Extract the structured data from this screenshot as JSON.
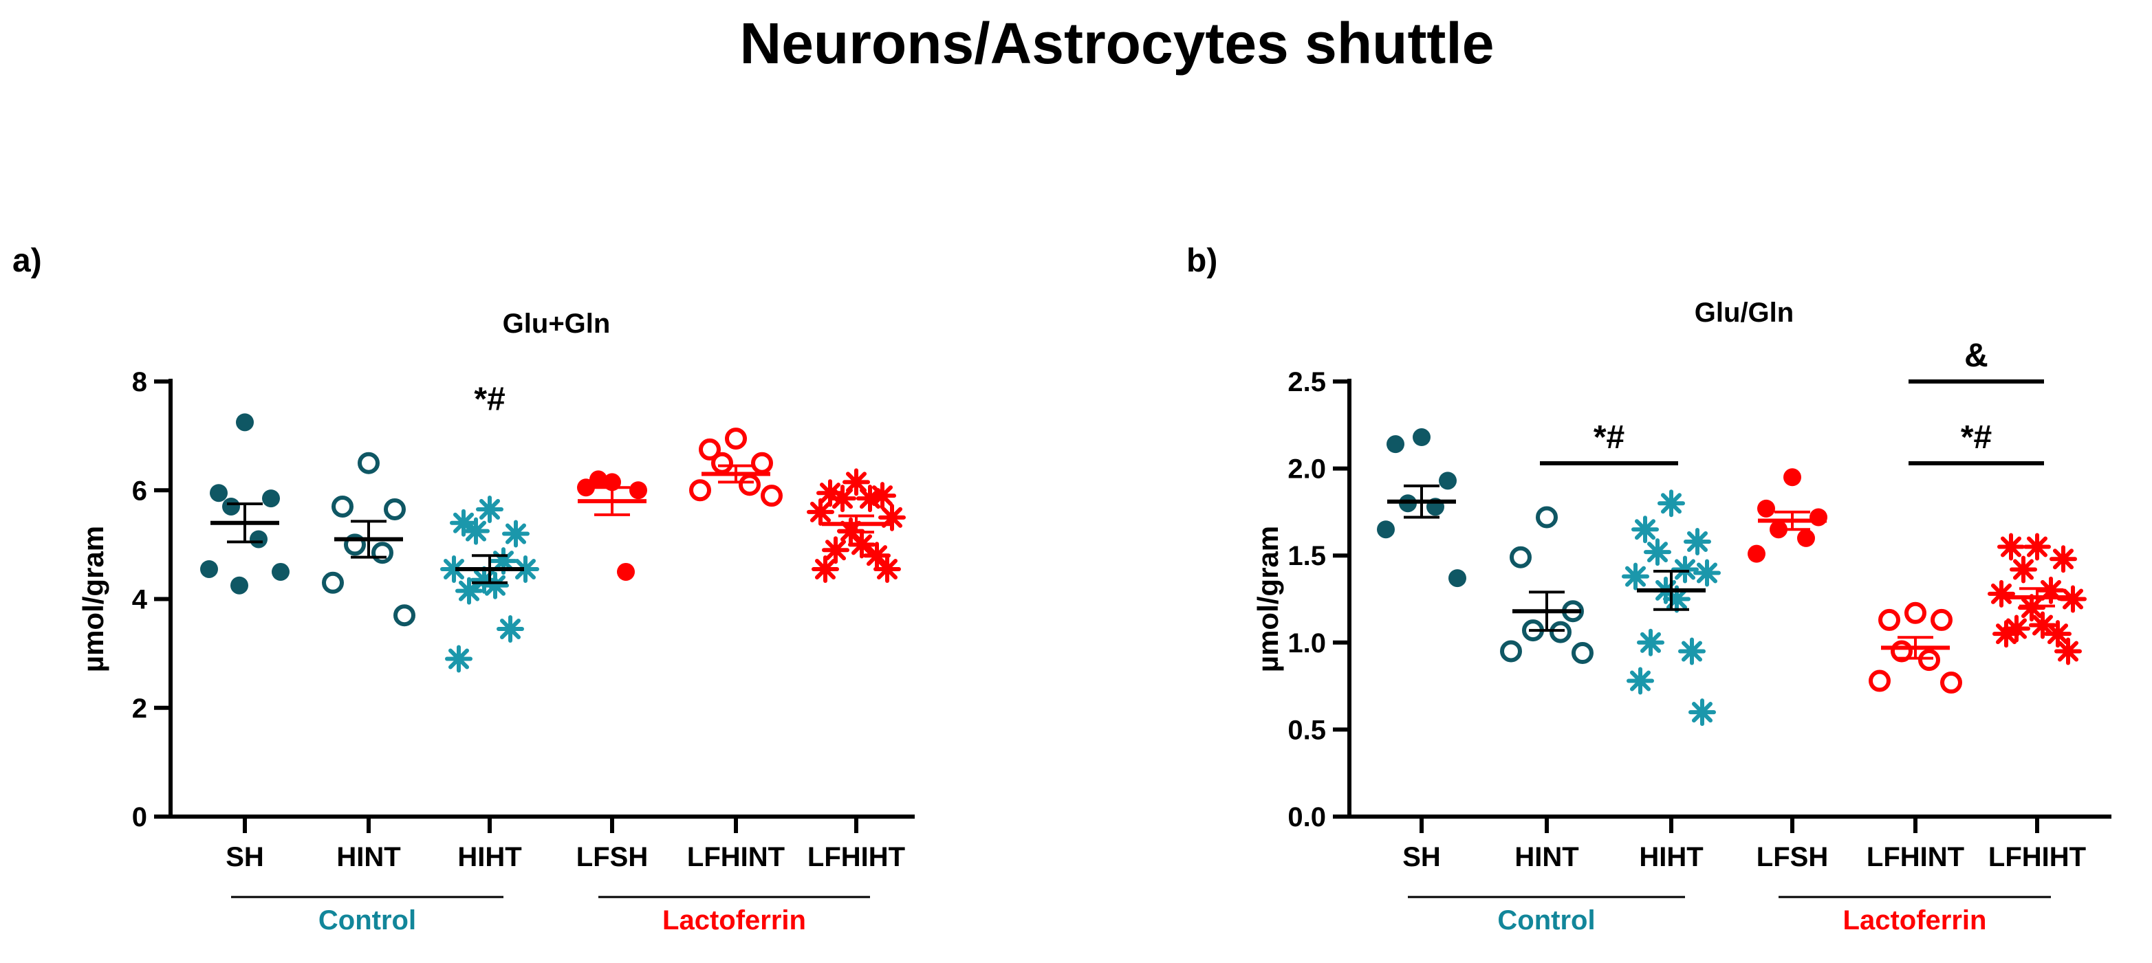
{
  "figure": {
    "title": "Neurons/Astrocytes shuttle",
    "colors": {
      "control": "#0f5764",
      "hiht": "#1b97ab",
      "lactoferrin": "#ff0000",
      "control_label": "#12869a",
      "lactoferrin_label": "#ff0000",
      "axis": "#000000"
    }
  },
  "chart_data": [
    {
      "type": "scatter",
      "panel_label": "a)",
      "title": "Glu+Gln",
      "xlabel": "",
      "ylabel": "µmol/gram",
      "ylim": [
        0,
        8
      ],
      "yticks": [
        "0",
        "2",
        "4",
        "6",
        "8"
      ],
      "categories": [
        "SH",
        "HINT",
        "HIHT",
        "LFSH",
        "LFHINT",
        "LFHIHT"
      ],
      "group_labels": [
        {
          "label": "Control",
          "categories": [
            "SH",
            "HINT",
            "HIHT"
          ],
          "color": "#12869a"
        },
        {
          "label": "Lactoferrin",
          "categories": [
            "LFSH",
            "LFHINT",
            "LFHIHT"
          ],
          "color": "#ff0000"
        }
      ],
      "series": [
        {
          "category": "SH",
          "marker": "filled-circle",
          "color": "#0f5764",
          "mean": 5.4,
          "sem": 0.35,
          "points": [
            7.25,
            5.95,
            5.85,
            5.7,
            5.1,
            4.55,
            4.5,
            4.25
          ]
        },
        {
          "category": "HINT",
          "marker": "open-circle",
          "color": "#0f5764",
          "mean": 5.1,
          "sem": 0.33,
          "points": [
            6.5,
            5.7,
            5.65,
            5.0,
            4.85,
            4.3,
            3.7
          ]
        },
        {
          "category": "HIHT",
          "marker": "asterisk",
          "color": "#1b97ab",
          "mean": 4.55,
          "sem": 0.25,
          "points": [
            5.65,
            5.4,
            5.2,
            5.25,
            4.7,
            4.55,
            4.55,
            4.35,
            4.25,
            4.15,
            3.45,
            2.9
          ]
        },
        {
          "category": "LFSH",
          "marker": "filled-circle",
          "color": "#ff0000",
          "mean": 5.8,
          "sem": 0.25,
          "points": [
            6.15,
            6.05,
            6.0,
            6.2,
            4.5
          ]
        },
        {
          "category": "LFHINT",
          "marker": "open-circle",
          "color": "#ff0000",
          "mean": 6.3,
          "sem": 0.15,
          "points": [
            6.95,
            6.75,
            6.5,
            6.5,
            6.1,
            6.0,
            5.9
          ]
        },
        {
          "category": "LFHIHT",
          "marker": "asterisk",
          "color": "#ff0000",
          "mean": 5.38,
          "sem": 0.15,
          "points": [
            6.15,
            5.95,
            5.9,
            5.85,
            5.85,
            5.6,
            5.5,
            5.25,
            5.0,
            4.9,
            4.8,
            4.55,
            4.55
          ]
        }
      ],
      "annotations": [
        {
          "text": "*#",
          "category": "HIHT",
          "y": 7.2
        }
      ]
    },
    {
      "type": "scatter",
      "panel_label": "b)",
      "title": "Glu/Gln",
      "xlabel": "",
      "ylabel": "µmol/gram",
      "ylim": [
        0,
        2.5
      ],
      "yticks": [
        "0.0",
        "0.5",
        "1.0",
        "1.5",
        "2.0",
        "2.5"
      ],
      "categories": [
        "SH",
        "HINT",
        "HIHT",
        "LFSH",
        "LFHINT",
        "LFHIHT"
      ],
      "group_labels": [
        {
          "label": "Control",
          "categories": [
            "SH",
            "HINT",
            "HIHT"
          ],
          "color": "#12869a"
        },
        {
          "label": "Lactoferrin",
          "categories": [
            "LFSH",
            "LFHINT",
            "LFHIHT"
          ],
          "color": "#ff0000"
        }
      ],
      "series": [
        {
          "category": "SH",
          "marker": "filled-circle",
          "color": "#0f5764",
          "mean": 1.81,
          "sem": 0.09,
          "points": [
            2.18,
            2.14,
            1.93,
            1.8,
            1.78,
            1.65,
            1.37
          ]
        },
        {
          "category": "HINT",
          "marker": "open-circle",
          "color": "#0f5764",
          "mean": 1.18,
          "sem": 0.11,
          "points": [
            1.72,
            1.49,
            1.18,
            1.07,
            1.06,
            0.95,
            0.94
          ]
        },
        {
          "category": "HIHT",
          "marker": "asterisk",
          "color": "#1b97ab",
          "mean": 1.3,
          "sem": 0.11,
          "points": [
            1.8,
            1.65,
            1.58,
            1.52,
            1.42,
            1.38,
            1.4,
            1.3,
            1.25,
            1.0,
            0.95,
            0.78,
            0.6
          ]
        },
        {
          "category": "LFSH",
          "marker": "filled-circle",
          "color": "#ff0000",
          "mean": 1.7,
          "sem": 0.05,
          "points": [
            1.95,
            1.77,
            1.72,
            1.65,
            1.6,
            1.51
          ]
        },
        {
          "category": "LFHINT",
          "marker": "open-circle",
          "color": "#ff0000",
          "mean": 0.97,
          "sem": 0.06,
          "points": [
            1.17,
            1.13,
            1.13,
            0.95,
            0.9,
            0.78,
            0.77
          ]
        },
        {
          "category": "LFHIHT",
          "marker": "asterisk",
          "color": "#ff0000",
          "mean": 1.26,
          "sem": 0.05,
          "points": [
            1.55,
            1.55,
            1.48,
            1.42,
            1.3,
            1.28,
            1.25,
            1.2,
            1.1,
            1.08,
            1.05,
            1.05,
            0.95
          ]
        }
      ],
      "annotations": [
        {
          "text": "*#",
          "from": "HINT",
          "to": "HIHT",
          "y": 2.03
        },
        {
          "text": "*#",
          "from": "LFHINT",
          "to": "LFHIHT",
          "y": 2.03
        },
        {
          "text": "&",
          "from": "LFHINT",
          "to": "LFHIHT",
          "y": 2.5
        }
      ]
    }
  ]
}
